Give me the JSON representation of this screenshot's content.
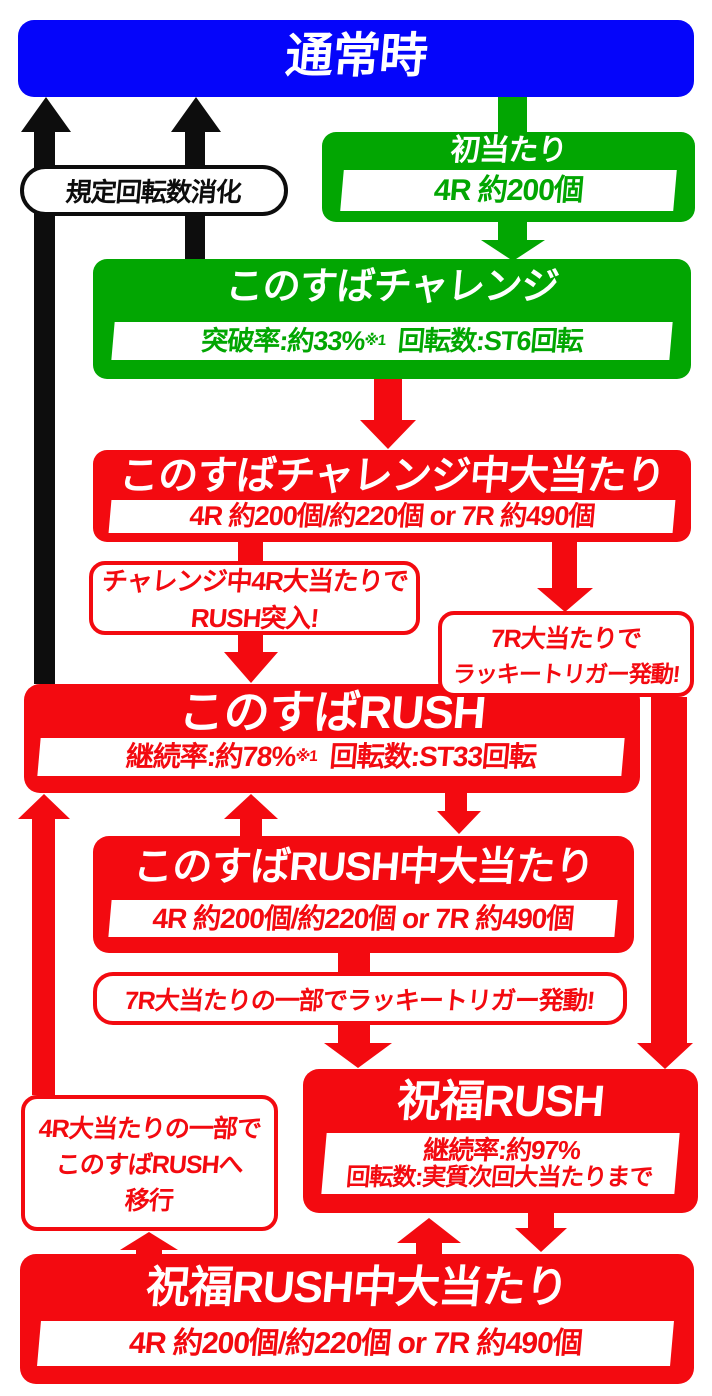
{
  "colors": {
    "blue": "#0505fa",
    "green": "#02a602",
    "red": "#f30a10",
    "black": "#0d0d0d",
    "white": "#ffffff"
  },
  "nodes": {
    "normal": {
      "title": "通常時"
    },
    "first_hit": {
      "title": "初当たり",
      "payout": "4R 約200個"
    },
    "challenge": {
      "title": "このすばチャレンジ",
      "stats": {
        "pre": "突破率:約33%",
        "sup": "※1",
        "post": "回転数:ST6回転"
      }
    },
    "challenge_hit": {
      "title": "このすばチャレンジ中大当たり",
      "payout": "4R 約200個/約220個 or 7R 約490個"
    },
    "konosuba_rush": {
      "title": "このすばRUSH",
      "stats": {
        "pre": "継続率:約78%",
        "sup": "※1",
        "post": "回転数:ST33回転"
      }
    },
    "konosuba_rush_hit": {
      "title": "このすばRUSH中大当たり",
      "payout": "4R 約200個/約220個 or 7R 約490個"
    },
    "blessing_rush": {
      "title": "祝福RUSH",
      "stats_line1": "継続率:約97%",
      "stats_line2": "回転数:実質次回大当たりまで"
    },
    "blessing_rush_hit": {
      "title": "祝福RUSH中大当たり",
      "payout": "4R 約200個/約220個 or 7R 約490個"
    }
  },
  "callouts": {
    "spin_reset": {
      "line1": "規定回転数消化"
    },
    "rush_entry": {
      "line1": "チャレンジ中4R大当たりで",
      "line2": "RUSH突入!"
    },
    "lucky_trigger": {
      "line1": "7R大当たりで",
      "line2": "ラッキートリガー発動!"
    },
    "lucky_trigger_part": {
      "line1": "7R大当たりの一部でラッキートリガー発動!"
    },
    "to_konosuba_rush": {
      "line1": "4R大当たりの一部で",
      "line2": "このすばRUSHへ",
      "line3": "移行"
    }
  }
}
